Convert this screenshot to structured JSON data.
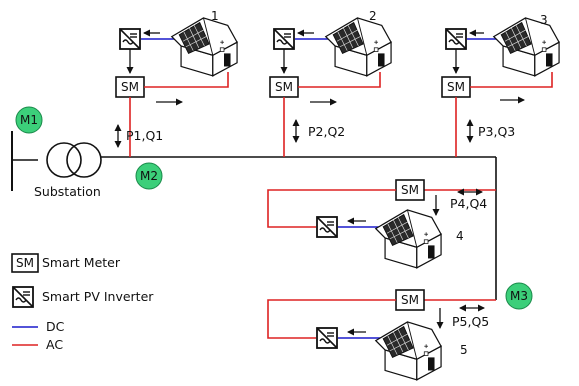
{
  "colors": {
    "ac": "#dd2222",
    "dc": "#1a1acc",
    "meter_fill": "#3ccf7a",
    "black": "#111111"
  },
  "meters": {
    "m1": "M1",
    "m2": "M2",
    "m3": "M3"
  },
  "substation": {
    "label": "Substation"
  },
  "houses": [
    {
      "number": "1",
      "flow_label": "P1,Q1",
      "meter_label": "SM"
    },
    {
      "number": "2",
      "flow_label": "P2,Q2",
      "meter_label": "SM"
    },
    {
      "number": "3",
      "flow_label": "P3,Q3",
      "meter_label": "SM"
    },
    {
      "number": "4",
      "flow_label": "P4,Q4",
      "meter_label": "SM"
    },
    {
      "number": "5",
      "flow_label": "P5,Q5",
      "meter_label": "SM"
    }
  ],
  "legend": {
    "sm_symbol": "SM",
    "smart_meter": "Smart Meter",
    "smart_pv_inverter": "Smart PV Inverter",
    "dc": "DC",
    "ac": "AC"
  }
}
